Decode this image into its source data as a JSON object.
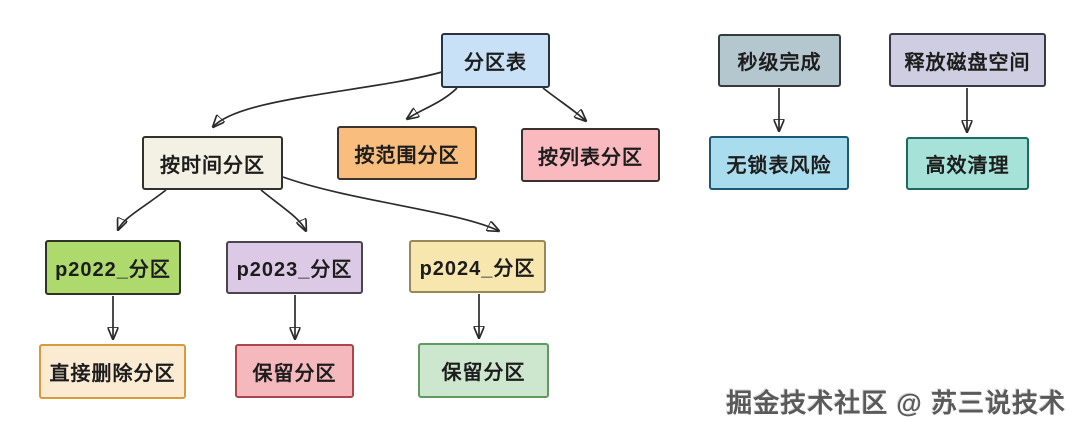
{
  "diagram": {
    "type": "flowchart",
    "background": "#ffffff",
    "line_color": "#2b2b2b",
    "nodes": [
      {
        "id": "partition-table",
        "label": "分区表",
        "fill": "#C8E1F7",
        "border": "#2A3340"
      },
      {
        "id": "by-time",
        "label": "按时间分区",
        "fill": "#F3F1E3",
        "border": "#32322C"
      },
      {
        "id": "by-range",
        "label": "按范围分区",
        "fill": "#F9BD7D",
        "border": "#3A332E"
      },
      {
        "id": "by-list",
        "label": "按列表分区",
        "fill": "#F9B9BE",
        "border": "#39302F"
      },
      {
        "id": "seconds-done",
        "label": "秒级完成",
        "fill": "#B4C7CF",
        "border": "#333B3F"
      },
      {
        "id": "no-lock-table-risk",
        "label": "无锁表风险",
        "fill": "#A9DCEC",
        "border": "#1C5A74"
      },
      {
        "id": "free-disk-space",
        "label": "释放磁盘空间",
        "fill": "#CECDE1",
        "border": "#3A3A46"
      },
      {
        "id": "efficient-clean",
        "label": "高效清理",
        "fill": "#A6E2D8",
        "border": "#1C6B5E"
      },
      {
        "id": "p2022-partition",
        "label": "p2022_分区",
        "fill": "#ADD96D",
        "border": "#2E3326"
      },
      {
        "id": "p2023-partition",
        "label": "p2023_分区",
        "fill": "#DCC9E6",
        "border": "#4A4550"
      },
      {
        "id": "p2024-partition",
        "label": "p2024_分区",
        "fill": "#F7E6AD",
        "border": "#99885C"
      },
      {
        "id": "delete-directly",
        "label": "直接删除分区",
        "fill": "#FBEBD2",
        "border": "#D99A3E"
      },
      {
        "id": "keep-partition-2023",
        "label": "保留分区",
        "fill": "#F5B8BD",
        "border": "#AE444C"
      },
      {
        "id": "keep-partition-2024",
        "label": "保留分区",
        "fill": "#CDE7CE",
        "border": "#5E9A62"
      }
    ],
    "edges": [
      {
        "from": "partition-table",
        "to": "by-time"
      },
      {
        "from": "partition-table",
        "to": "by-range"
      },
      {
        "from": "partition-table",
        "to": "by-list"
      },
      {
        "from": "by-time",
        "to": "p2022-partition"
      },
      {
        "from": "by-time",
        "to": "p2023-partition"
      },
      {
        "from": "by-time",
        "to": "p2024-partition"
      },
      {
        "from": "p2022-partition",
        "to": "delete-directly"
      },
      {
        "from": "p2023-partition",
        "to": "keep-partition-2023"
      },
      {
        "from": "p2024-partition",
        "to": "keep-partition-2024"
      },
      {
        "from": "seconds-done",
        "to": "no-lock-table-risk"
      },
      {
        "from": "free-disk-space",
        "to": "efficient-clean"
      }
    ],
    "watermark": {
      "text": "掘金技术社区 @ 苏三说技术"
    }
  }
}
